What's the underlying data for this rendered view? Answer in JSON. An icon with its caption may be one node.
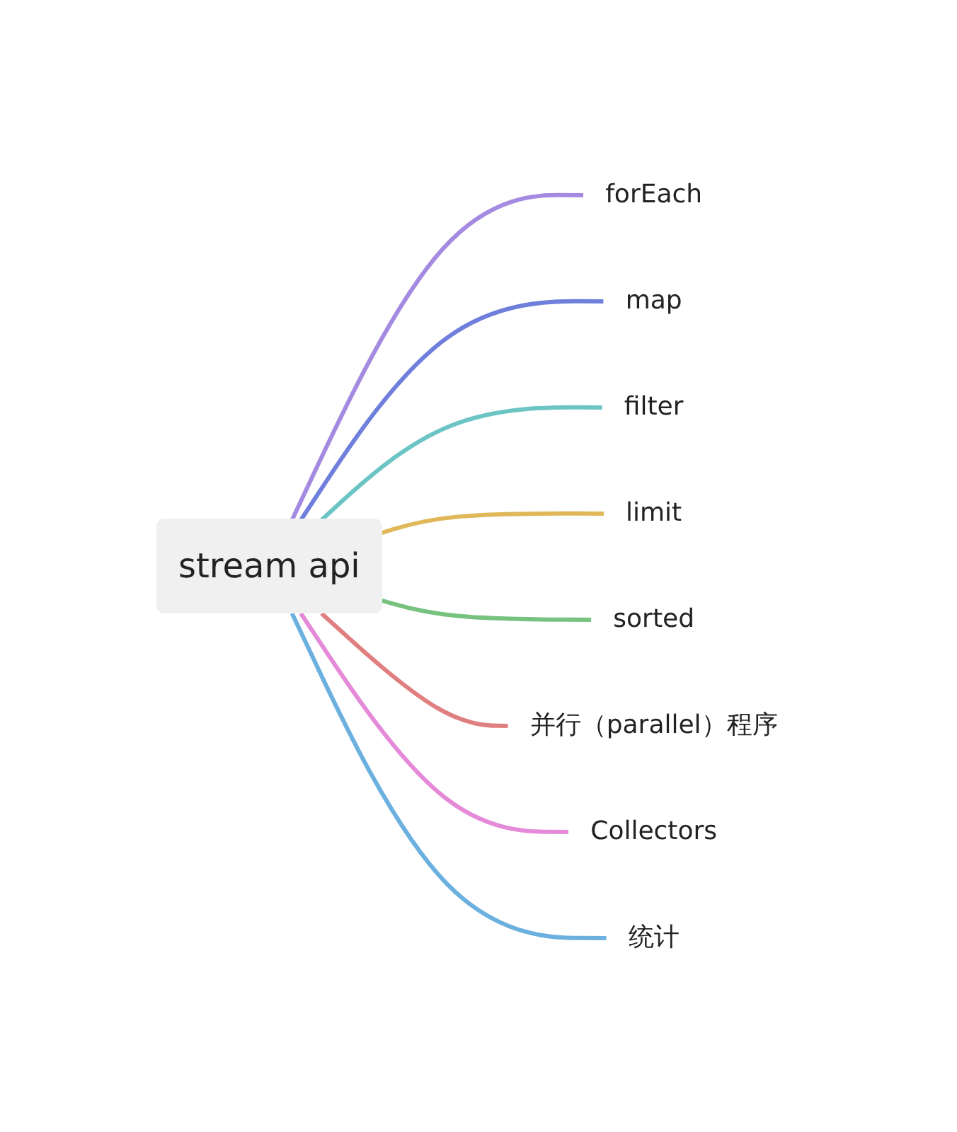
{
  "diagram": {
    "nodes": [
      {
        "text": [
          "stream api"
        ]
      },
      {
        "text": [
          "forEach"
        ]
      },
      {
        "text": [
          "map"
        ]
      },
      {
        "text": [
          "filter"
        ]
      },
      {
        "text": [
          "limit"
        ]
      },
      {
        "text": [
          "sorted"
        ]
      },
      {
        "text": [
          "并行（parallel）程序"
        ]
      },
      {
        "text": [
          "Collectors"
        ]
      },
      {
        "text": [
          "统计"
        ]
      }
    ],
    "edges": [
      {
        "from": 0,
        "to": 1,
        "arrow": "none",
        "color": "#a48ae0"
      },
      {
        "from": 0,
        "to": 2,
        "arrow": "none",
        "color": "#6f7fdc"
      },
      {
        "from": 0,
        "to": 3,
        "arrow": "none",
        "color": "#6cc4c4"
      },
      {
        "from": 0,
        "to": 4,
        "arrow": "none",
        "color": "#e0b85a"
      },
      {
        "from": 0,
        "to": 5,
        "arrow": "none",
        "color": "#77c27f"
      },
      {
        "from": 0,
        "to": 6,
        "arrow": "none",
        "color": "#e07f7f"
      },
      {
        "from": 0,
        "to": 7,
        "arrow": "none",
        "color": "#e58ad8"
      },
      {
        "from": 0,
        "to": 8,
        "arrow": "none",
        "color": "#6cb0e0"
      }
    ]
  }
}
